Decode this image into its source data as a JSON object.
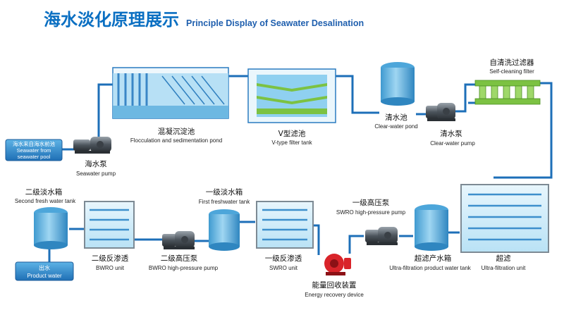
{
  "header": {
    "title_cn": "海水淡化原理展示",
    "title_en": "Principle Display of Seawater Desalination"
  },
  "colors": {
    "title_cn": "#0a6fc2",
    "title_en": "#1f5fae",
    "pipe": "#1d6fb8",
    "tank": "#5fb4e0",
    "filter_green": "#7cc242",
    "pump_body": "#606870",
    "recovery_red": "#d9242a"
  },
  "components": {
    "seawater_source": {
      "line1": "海水来自海水前池",
      "line2": "Seawater from",
      "line3": "seawater pool"
    },
    "seawater_pump": {
      "cn": "海水泵",
      "en": "Seawater pump"
    },
    "flocculation": {
      "cn": "混凝沉淀池",
      "en": "Flocculation and  sedimentation pond"
    },
    "v_filter": {
      "cn": "V型滤池",
      "en": "V-type filter tank"
    },
    "clear_pond": {
      "cn": "清水池",
      "en": "Clear-water pond"
    },
    "clear_pump": {
      "cn": "清水泵",
      "en": "Clear-water pump"
    },
    "self_cleaning": {
      "cn": "自清洗过滤器",
      "en": "Self-cleaning filter"
    },
    "ultrafiltration": {
      "cn": "超滤",
      "en": "Ultra-filtration unit"
    },
    "uf_tank": {
      "cn": "超滤产水箱",
      "en": "Ultra-filtration product water tank"
    },
    "swro_pump": {
      "cn": "一级高压泵",
      "en": "SWRO high-pressure pump"
    },
    "energy_recovery": {
      "cn": "能量回收装置",
      "en": "Energy recovery device"
    },
    "swro": {
      "cn": "一级反渗透",
      "en": "SWRO unit"
    },
    "first_tank": {
      "cn": "一级淡水箱",
      "en": "First freshwater tank"
    },
    "bwro_pump": {
      "cn": "二级高压泵",
      "en": "BWRO high-pressure pump"
    },
    "bwro": {
      "cn": "二级反渗透",
      "en": "BWRO unit"
    },
    "second_tank": {
      "cn": "二级淡水箱",
      "en": "Second fresh water tank"
    },
    "product_water": {
      "cn": "出水",
      "en": "Product water"
    }
  }
}
